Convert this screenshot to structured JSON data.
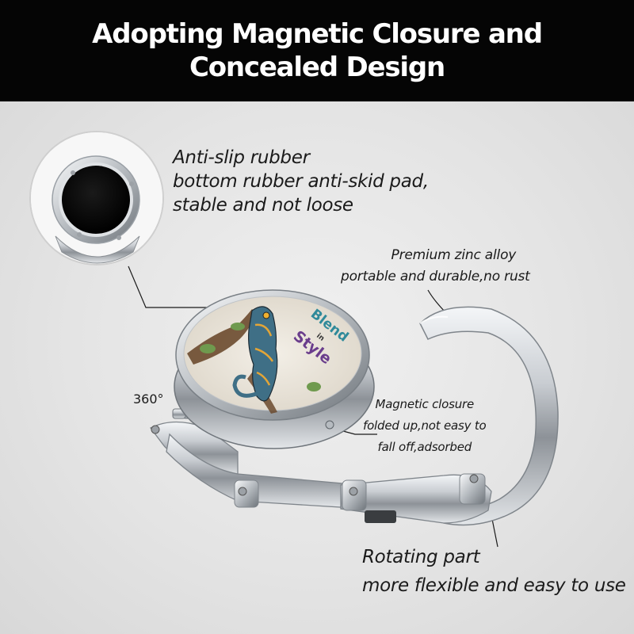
{
  "banner": {
    "line1": "Adopting Magnetic Closure and",
    "line2": "Concealed Design"
  },
  "annotations": {
    "anti_slip": {
      "line1": "Anti-slip rubber",
      "line2": "bottom rubber anti-skid pad,",
      "line3": "stable and not loose"
    },
    "zinc_alloy": {
      "line1": "Premium zinc alloy",
      "line2": "portable and durable,no rust"
    },
    "magnetic": {
      "line1": "Magnetic closure",
      "line2": "folded up,not easy to",
      "line3": "fall off,adsorbed"
    },
    "rotating": {
      "line1": "Rotating part",
      "line2": "more flexible and easy to use"
    },
    "rotation_angle": "360°"
  },
  "medallion": {
    "word1": "Blend",
    "word2": "in",
    "word3": "Style"
  },
  "colors": {
    "banner_bg": "#050505",
    "banner_text": "#ffffff",
    "background": "#e6e6e6",
    "metal": "#c8ccd0",
    "text_teal": "#2f8a9a",
    "text_purple": "#6a3d8c"
  }
}
